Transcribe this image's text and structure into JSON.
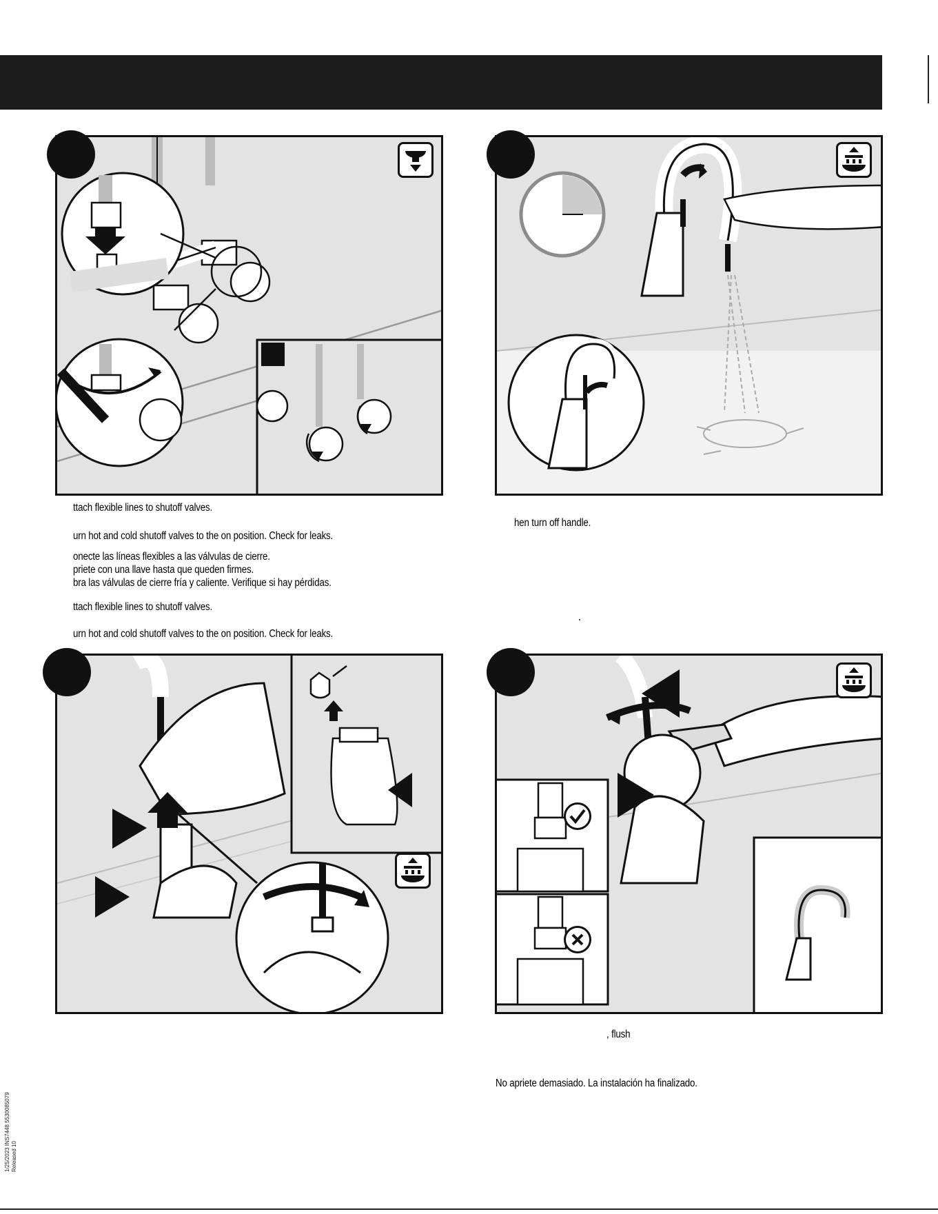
{
  "captions": {
    "step1_en_a": "ttach flexible lines to shutoff valves.",
    "step1_en_b": "urn hot and cold shutoff valves to the on position. Check for leaks.",
    "step1_es_a": "onecte las líneas flexibles a las válvulas de cierre.",
    "step1_es_b": "priete con una llave hasta que queden firmes.",
    "step1_es_c": "bra las válvulas de cierre fría y caliente. Verifique si hay pérdidas.",
    "step1_fr_a": "ttach flexible lines to shutoff valves.",
    "step1_fr_b": "urn hot and cold shutoff valves to the on position. Check for leaks.",
    "step2_en": "hen turn off handle.",
    "step4_en": ", flush",
    "step4_es": "No apriete demasiado. La instalación ha finalizado."
  },
  "side_note": {
    "line1": "1/25/2023   INS7448   5530085079",
    "line2": "Released 10"
  },
  "icons": {
    "below_deck": "below-deck-icon",
    "above_deck": "above-deck-icon",
    "check": "check-icon",
    "cross": "cross-icon"
  },
  "colors": {
    "banner": "#1c1c1c",
    "panel_bg": "#e3e3e3",
    "outline": "#111111"
  }
}
